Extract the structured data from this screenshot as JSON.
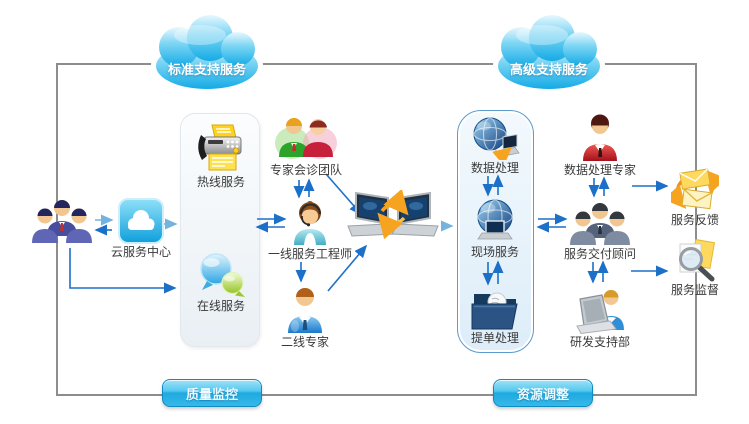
{
  "diagram": {
    "clouds": [
      {
        "label": "标准支持服务"
      },
      {
        "label": "高级支持服务"
      }
    ],
    "tags": [
      {
        "label": "质量监控"
      },
      {
        "label": "资源调整"
      }
    ],
    "nodes": {
      "customers": {
        "icon": "customer-group-icon"
      },
      "cloud_center": {
        "label": "云服务中心",
        "icon": "cloud-service-icon"
      },
      "hotline": {
        "label": "热线服务",
        "icon": "fax-icon"
      },
      "online": {
        "label": "在线服务",
        "icon": "chat-bubbles-icon"
      },
      "expert_team": {
        "label": "专家会诊团队",
        "icon": "expert-team-icon"
      },
      "frontline_engineer": {
        "label": "一线服务工程师",
        "icon": "headset-engineer-icon"
      },
      "second_line_expert": {
        "label": "二线专家",
        "icon": "blue-expert-icon"
      },
      "laptops": {
        "icon": "laptop-exchange-icon"
      },
      "data_processing": {
        "label": "数据处理",
        "icon": "globe-sync-icon"
      },
      "field_service": {
        "label": "现场服务",
        "icon": "globe-laptop-icon"
      },
      "ticket_processing": {
        "label": "提单处理",
        "icon": "folder-document-icon"
      },
      "data_expert": {
        "label": "数据处理专家",
        "icon": "red-expert-icon"
      },
      "delivery_consultant": {
        "label": "服务交付顾问",
        "icon": "consultant-team-icon"
      },
      "rd_support": {
        "label": "研发支持部",
        "icon": "developer-laptop-icon"
      },
      "service_feedback": {
        "label": "服务反馈",
        "icon": "mail-exchange-icon"
      },
      "service_supervision": {
        "label": "服务监督",
        "icon": "magnifier-documents-icon"
      }
    },
    "colors": {
      "cloud_blue": "#29b4e8",
      "tag_blue": "#1ea6dd",
      "frame_gray": "#8d8d8d",
      "arrow_dark": "#1c70c8",
      "arrow_light": "#74b3de",
      "panel_blue_border": "#5b9bd0",
      "label_text": "#3a3a3a"
    }
  }
}
